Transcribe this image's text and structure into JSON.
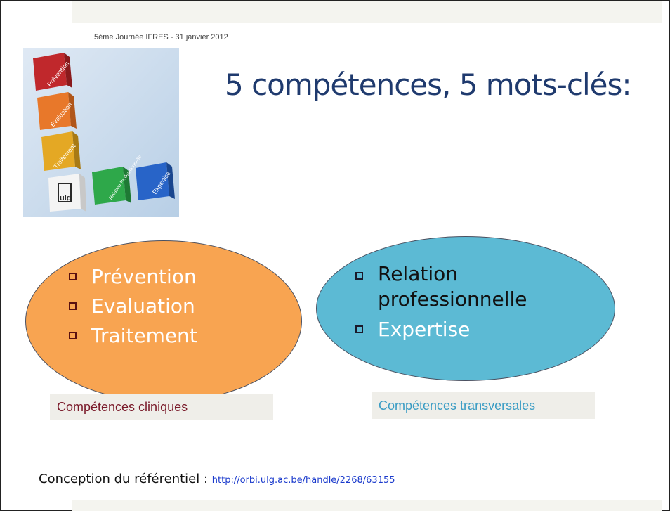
{
  "header": {
    "event": "5ème Journée IFRES - 31 janvier 2012"
  },
  "title": "5 compétences, 5 mots-clés:",
  "logo": {
    "cubes": [
      "Prévention",
      "Evaluation",
      "Traitement",
      "ulg",
      "Relation Professionnelle",
      "Expertise"
    ],
    "colors": {
      "red": "#c0282c",
      "orange": "#e8782a",
      "yellow": "#e4a824",
      "green": "#2ea84a",
      "blue": "#2864c8"
    }
  },
  "clinical": {
    "items": [
      "Prévention",
      "Evaluation",
      "Traitement"
    ],
    "label": "Compétences cliniques",
    "color": "#f8a451"
  },
  "transversal": {
    "items": [
      "Relation",
      "professionnelle",
      "Expertise"
    ],
    "label": "Compétences transversales",
    "color": "#5cbad4"
  },
  "footer": {
    "text": "Conception du référentiel : ",
    "link": "http://orbi.ulg.ac.be/handle/2268/63155"
  }
}
